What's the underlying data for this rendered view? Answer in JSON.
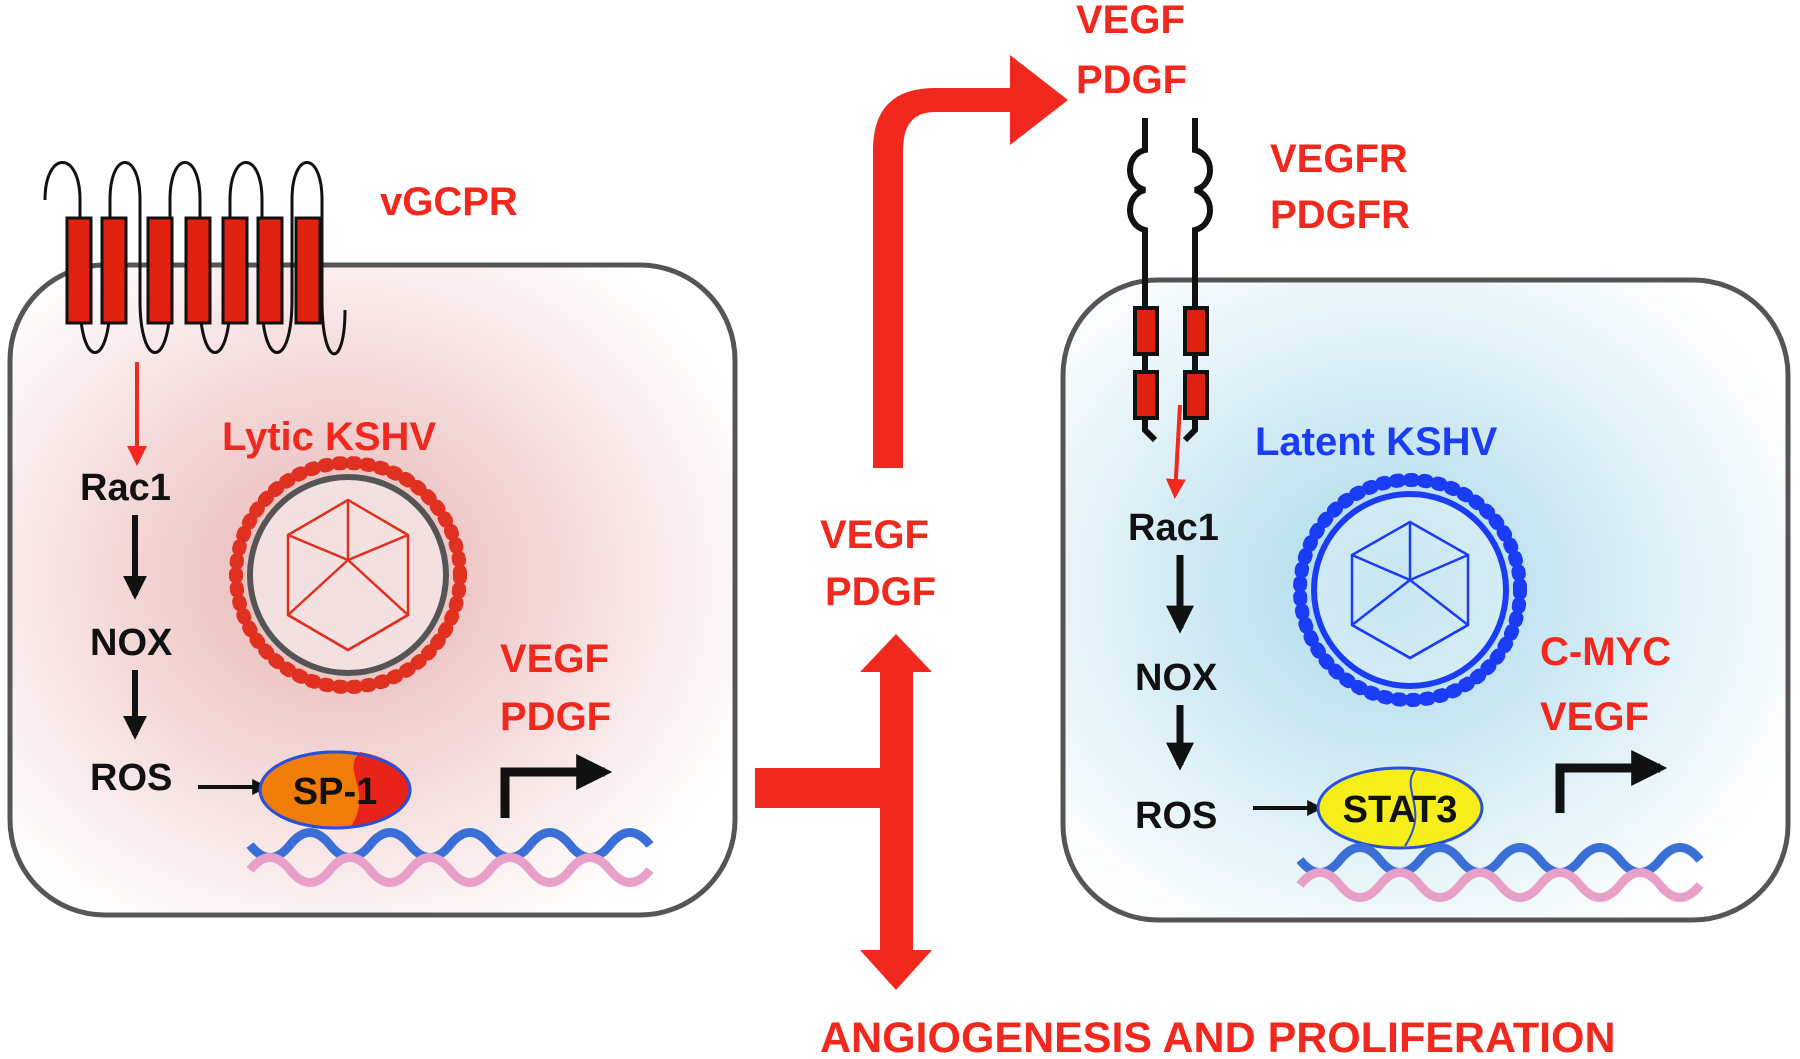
{
  "colors": {
    "accent_red": "#f0281e",
    "latent_blue": "#1a3cf5",
    "lytic_cell_tint": "#e9b3b3",
    "latent_cell_tint": "#a9d9ea",
    "dna_blue": "#3a6fd8",
    "dna_pink": "#e9a0c8",
    "sp1_orange": "#f07d0a",
    "stat3_yellow": "#f5ee1a"
  },
  "lytic_cell": {
    "receptor_label": "vGCPR",
    "virus_label": "Lytic KSHV",
    "pathway": [
      "Rac1",
      "NOX",
      "ROS"
    ],
    "transcription_factor": "SP-1",
    "products": [
      "VEGF",
      "PDGF"
    ]
  },
  "middle": {
    "secreted": [
      "VEGF",
      "PDGF"
    ],
    "top_secreted": [
      "VEGF",
      "PDGF"
    ],
    "outcome": "ANGIOGENESIS AND PROLIFERATION"
  },
  "latent_cell": {
    "receptor_labels": [
      "VEGFR",
      "PDGFR"
    ],
    "virus_label": "Latent KSHV",
    "pathway": [
      "Rac1",
      "NOX",
      "ROS"
    ],
    "transcription_factor": "STAT3",
    "products": [
      "C-MYC",
      "VEGF"
    ]
  }
}
